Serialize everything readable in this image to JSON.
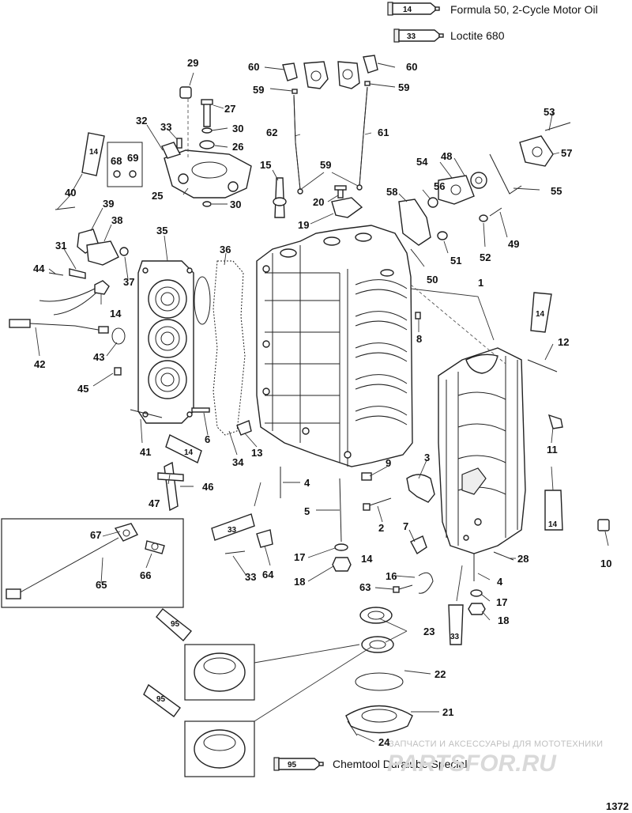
{
  "legend": {
    "items": [
      {
        "tube": "14",
        "text": "Formula 50, 2-Cycle Motor Oil"
      },
      {
        "tube": "33",
        "text": "Loctite 680"
      }
    ],
    "bottom": {
      "tube": "95",
      "text": "Chemtool Duralube Special"
    }
  },
  "watermark": {
    "line1": "ЗАПЧАСТИ И АКСЕССУАРЫ ДЛЯ МОТОТЕХНИКИ",
    "line2": "PARTSFOR.RU"
  },
  "figure_number": "1372",
  "tube_labels": {
    "t14": "14",
    "t33": "33",
    "t95": "95"
  },
  "callouts": {
    "c1": "1",
    "c2": "2",
    "c3": "3",
    "c4a": "4",
    "c4b": "4",
    "c5": "5",
    "c6": "6",
    "c7": "7",
    "c8": "8",
    "c9": "9",
    "c10": "10",
    "c11": "11",
    "c12": "12",
    "c13": "13",
    "c14a": "14",
    "c14b": "14",
    "c15": "15",
    "c16": "16",
    "c17a": "17",
    "c17b": "17",
    "c18a": "18",
    "c18b": "18",
    "c19": "19",
    "c20": "20",
    "c21": "21",
    "c22": "22",
    "c23": "23",
    "c24": "24",
    "c25": "25",
    "c26": "26",
    "c27": "27",
    "c28": "28",
    "c29": "29",
    "c30a": "30",
    "c30b": "30",
    "c31": "31",
    "c32": "32",
    "c33a": "33",
    "c33b": "33",
    "c34": "34",
    "c35": "35",
    "c36": "36",
    "c37": "37",
    "c38": "38",
    "c39": "39",
    "c40": "40",
    "c41": "41",
    "c42": "42",
    "c43": "43",
    "c44": "44",
    "c45": "45",
    "c46": "46",
    "c47": "47",
    "c48": "48",
    "c49": "49",
    "c50": "50",
    "c51": "51",
    "c52": "52",
    "c53": "53",
    "c54": "54",
    "c55": "55",
    "c56": "56",
    "c57": "57",
    "c58": "58",
    "c59a": "59",
    "c59b": "59",
    "c59c": "59",
    "c60a": "60",
    "c60b": "60",
    "c61": "61",
    "c62": "62",
    "c63": "63",
    "c64": "64",
    "c65": "65",
    "c66": "66",
    "c67": "67",
    "c68": "68",
    "c69": "69"
  }
}
